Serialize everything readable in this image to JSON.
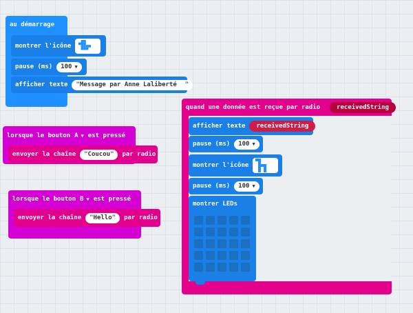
{
  "colors": {
    "basic": "#1e90ff",
    "input": "#d400d4",
    "radio": "#e3008c",
    "variable": "#d21c46"
  },
  "on_start": {
    "header": "au démarrage",
    "show_icon_label": "montrer l'icône",
    "show_icon_value": "small-duck-icon",
    "pause_label": "pause (ms)",
    "pause_value": "100",
    "show_text_label": "afficher",
    "show_text_kw": "texte",
    "show_text_value": "Message par Anne Laliberté"
  },
  "button_a": {
    "label_pre": "lorsque le bouton",
    "button": "A",
    "label_post": "est pressé",
    "send_label": "envoyer la chaîne",
    "send_value": "Coucou",
    "send_post": "par radio"
  },
  "button_b": {
    "label_pre": "lorsque le bouton",
    "button": "B",
    "label_post": "est pressé",
    "send_label": "envoyer la chaîne",
    "send_value": "Hello",
    "send_post": "par radio"
  },
  "radio_received": {
    "header": "quand une donnée est reçue par radio",
    "param": "receivedString",
    "show_text_label": "afficher",
    "show_text_kw": "texte",
    "show_text_var": "receivedString",
    "pause1_label": "pause (ms)",
    "pause1_value": "100",
    "show_icon_label": "montrer l'icône",
    "show_icon_value": "giraffe-icon",
    "pause2_label": "pause (ms)",
    "pause2_value": "100",
    "show_leds_label": "montrer LEDs"
  }
}
